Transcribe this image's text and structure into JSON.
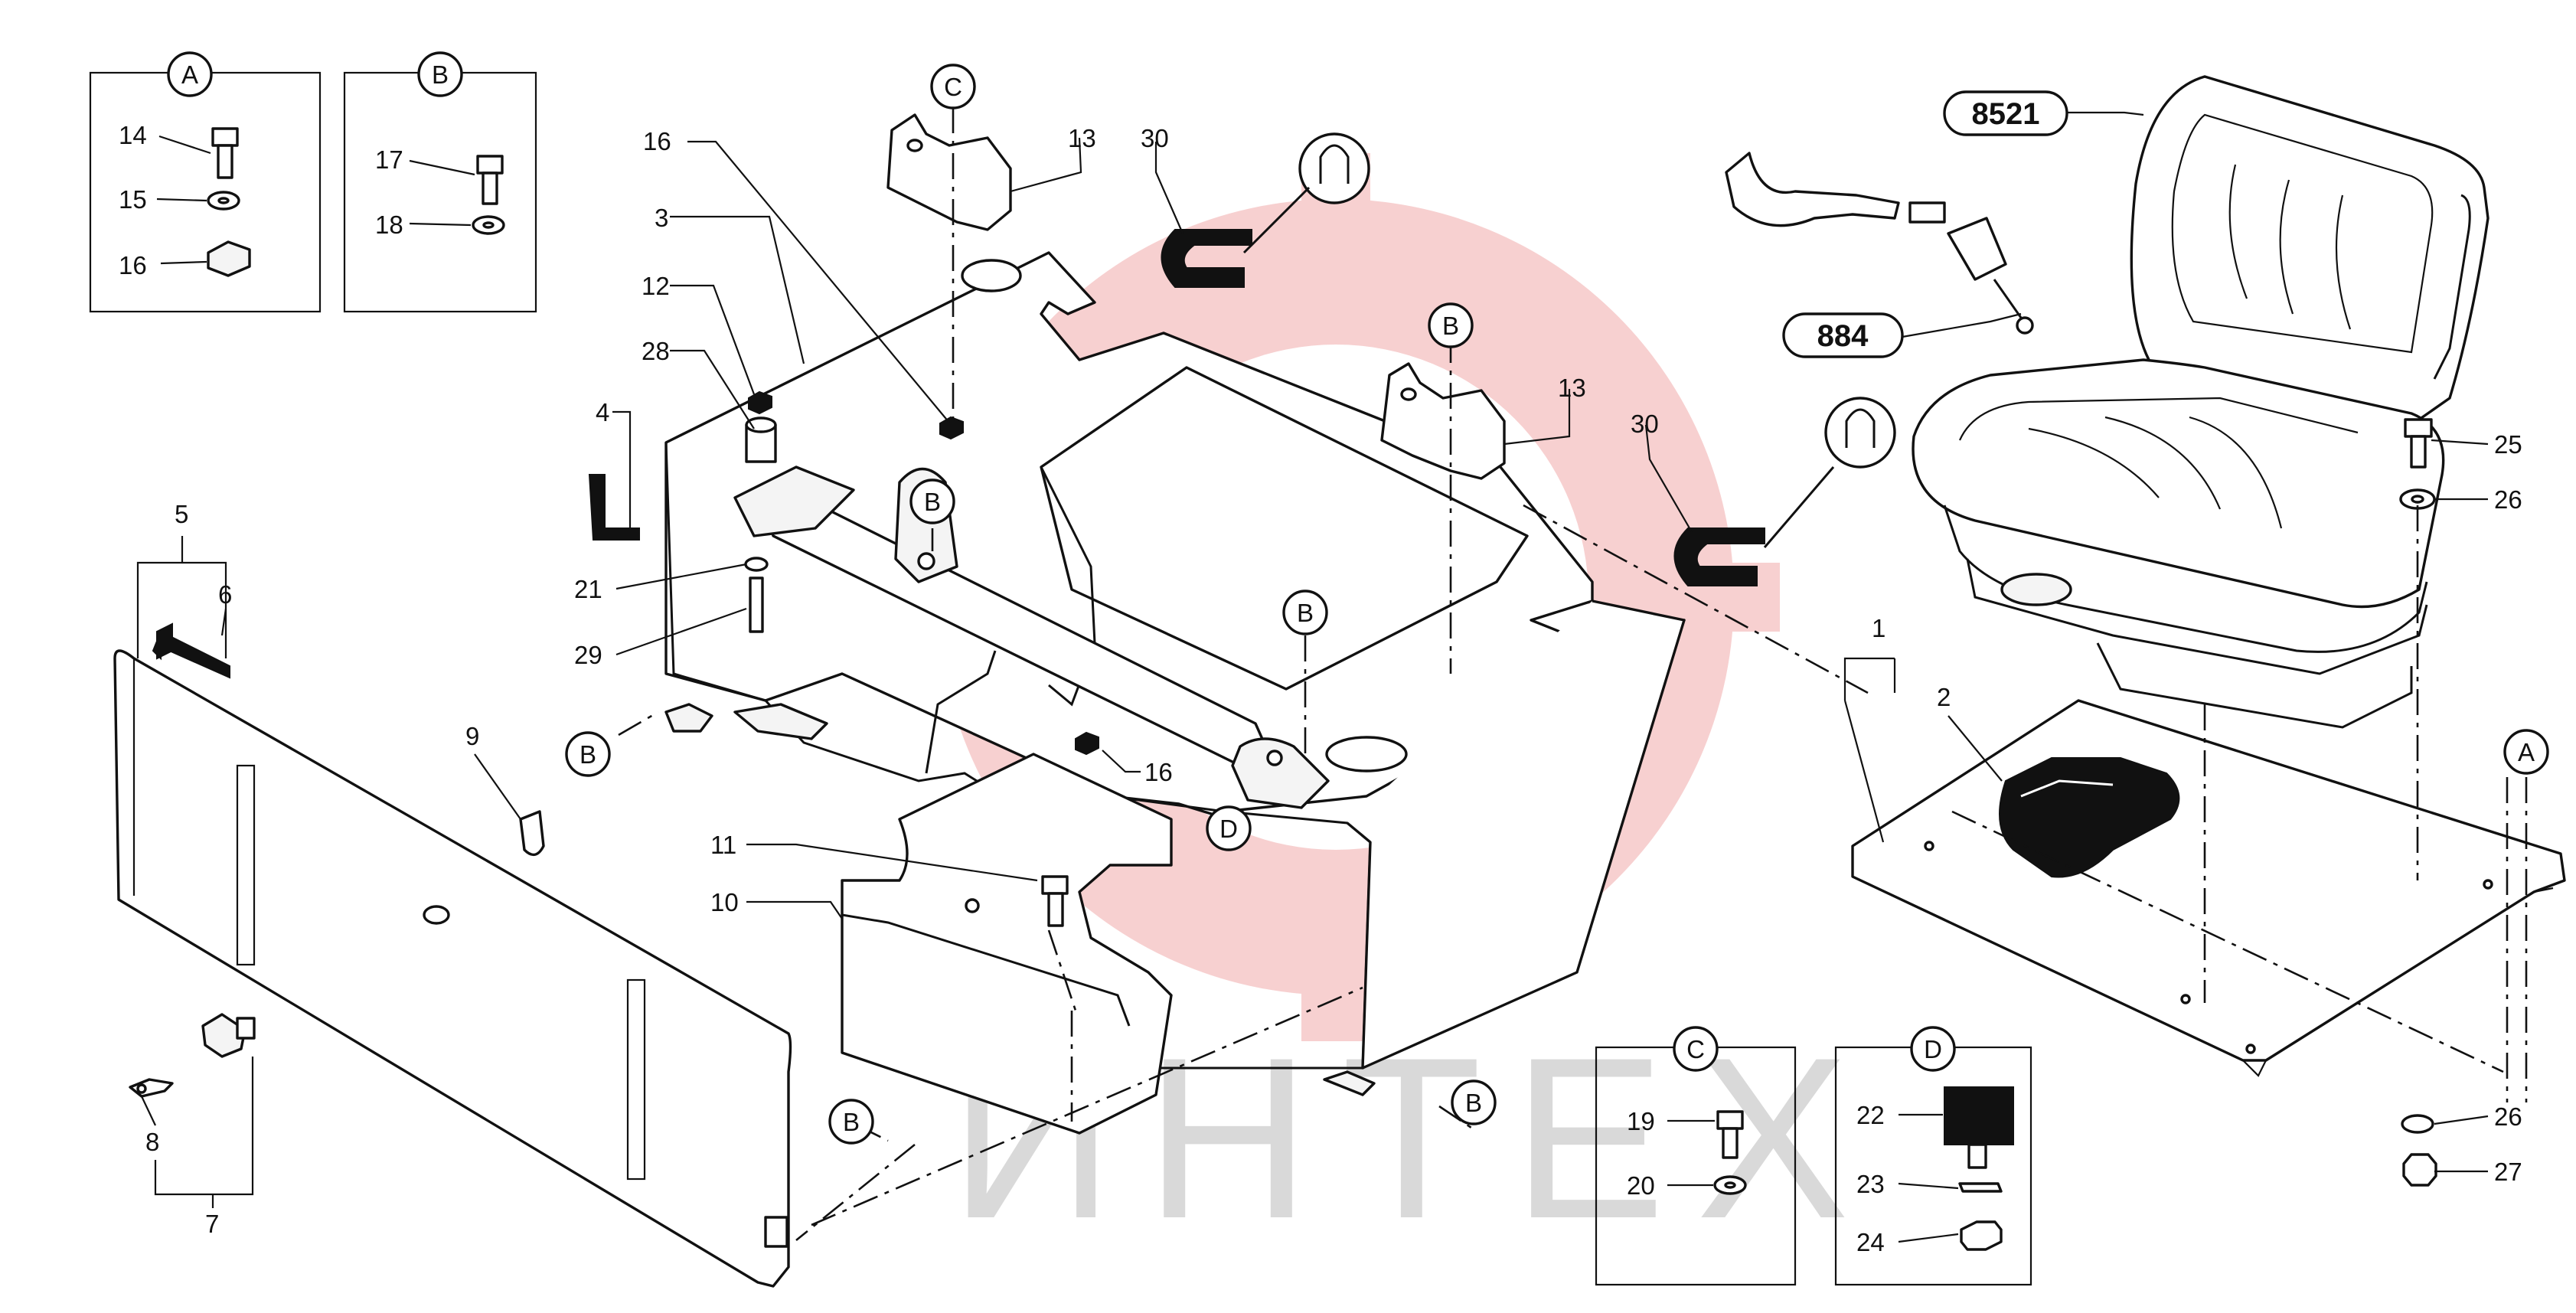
{
  "watermark": {
    "text": "ИНТЕХ",
    "gear_color": "#f6c8c8",
    "text_color": "#d9d9d9"
  },
  "callouts": {
    "n1": "1",
    "n2": "2",
    "n3": "3",
    "n4": "4",
    "n5": "5",
    "n6": "6",
    "n7": "7",
    "n8": "8",
    "n9": "9",
    "n10": "10",
    "n11": "11",
    "n12": "12",
    "n13a": "13",
    "n13b": "13",
    "n14": "14",
    "n15": "15",
    "n16a": "16",
    "n16b": "16",
    "n16c": "16",
    "n17": "17",
    "n18": "18",
    "n19": "19",
    "n20": "20",
    "n21": "21",
    "n22": "22",
    "n23": "23",
    "n24": "24",
    "n25": "25",
    "n26a": "26",
    "n26b": "26",
    "n27": "27",
    "n28": "28",
    "n29": "29",
    "n30a": "30",
    "n30b": "30"
  },
  "references": {
    "seat_kit": "8521",
    "seat_belt": "884"
  },
  "letters": {
    "A": "A",
    "B": "B",
    "C": "C",
    "D": "D"
  },
  "detail_boxes": [
    {
      "letter": "A",
      "items": [
        "14",
        "15",
        "16"
      ]
    },
    {
      "letter": "B",
      "items": [
        "17",
        "18"
      ]
    },
    {
      "letter": "C",
      "items": [
        "19",
        "20"
      ]
    },
    {
      "letter": "D",
      "items": [
        "22",
        "23",
        "24"
      ]
    }
  ]
}
